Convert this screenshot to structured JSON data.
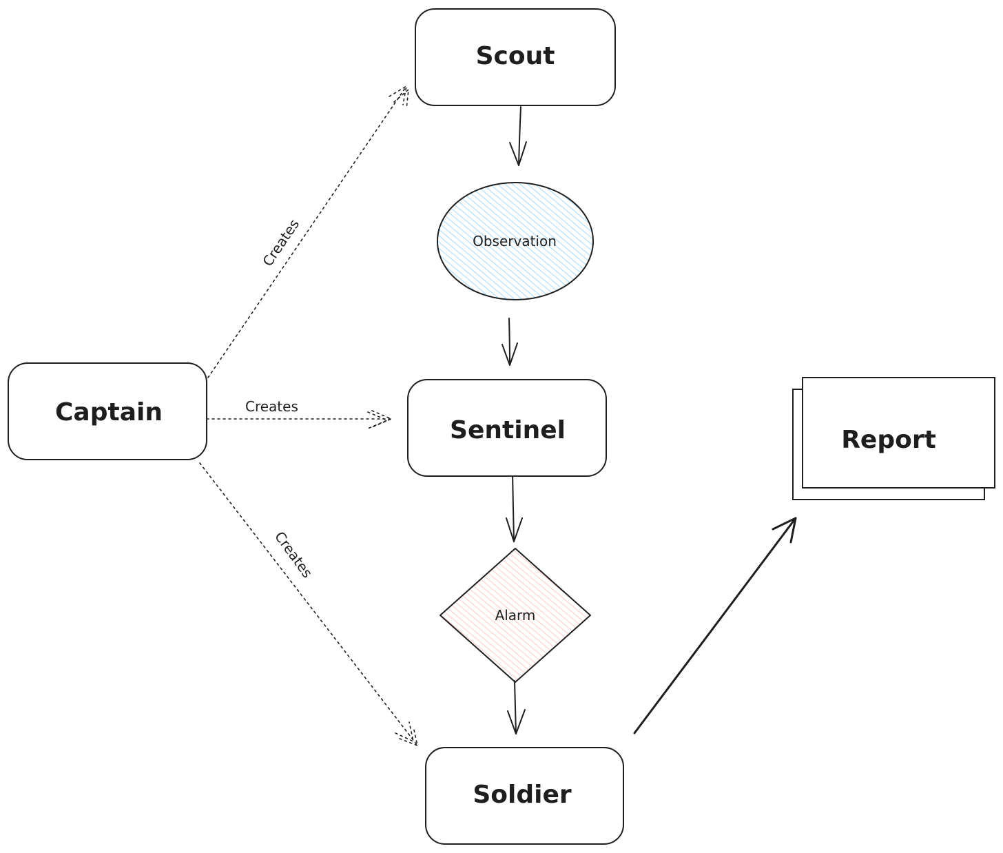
{
  "nodes": {
    "scout": "Scout",
    "observation": "Observation",
    "sentinel": "Sentinel",
    "alarm": "Alarm",
    "soldier": "Soldier",
    "captain": "Captain",
    "report": "Report"
  },
  "edges": {
    "captain_to_scout": "Creates",
    "captain_to_sentinel": "Creates",
    "captain_to_soldier": "Creates"
  },
  "colors": {
    "stroke": "#1e1e1e",
    "observation_fill": "#a5d8ff",
    "alarm_fill": "#ffc9c9"
  }
}
